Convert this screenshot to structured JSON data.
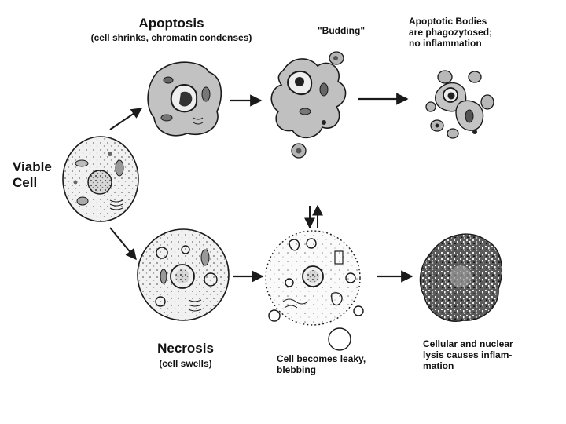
{
  "labels": {
    "viable_line1": "Viable",
    "viable_line2": "Cell",
    "apoptosis_title": "Apoptosis",
    "apoptosis_sub": "(cell shrinks, chromatin condenses)",
    "budding": "\"Budding\"",
    "bodies_line1": "Apoptotic Bodies",
    "bodies_line2": "are phagozytosed;",
    "bodies_line3": "no inflammation",
    "necrosis_title": "Necrosis",
    "necrosis_sub": "(cell swells)",
    "leaky_line1": "Cell becomes leaky,",
    "leaky_line2": "blebbing",
    "lysis_line1": "Cellular and nuclear",
    "lysis_line2": "lysis causes inflam-",
    "lysis_line3": "mation"
  },
  "colors": {
    "ink": "#1a1a1a",
    "cell_fill": "#e4e4e4",
    "shrunk_fill": "#bdbdbd",
    "nucleus_fill": "#8a8a8a",
    "dark": "#222222"
  }
}
